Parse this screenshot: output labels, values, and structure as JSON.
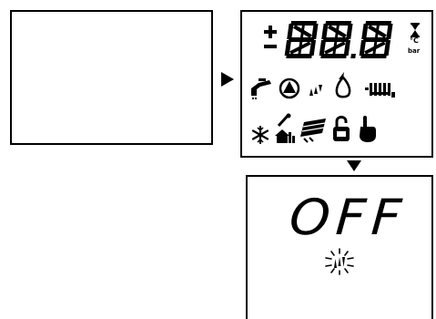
{
  "off_panel": {
    "display_text": "OFF"
  },
  "full_display_panel": {
    "small_labels": {
      "unit_top": "°C",
      "unit_bottom": "bar"
    }
  },
  "arrows": {
    "right": "▶",
    "down": "▼"
  },
  "icons": [
    "plus-minus-icon",
    "segment-digits-icon",
    "hourglass-icon",
    "tap-hot-water-icon",
    "pump-icon",
    "updown-arrows-icon",
    "flame-icon",
    "radiator-icon",
    "snowflake-icon",
    "wrench-house-icon",
    "solar-panel-icon",
    "lock-icon",
    "hand-icon",
    "blinking-arrows-icon"
  ]
}
